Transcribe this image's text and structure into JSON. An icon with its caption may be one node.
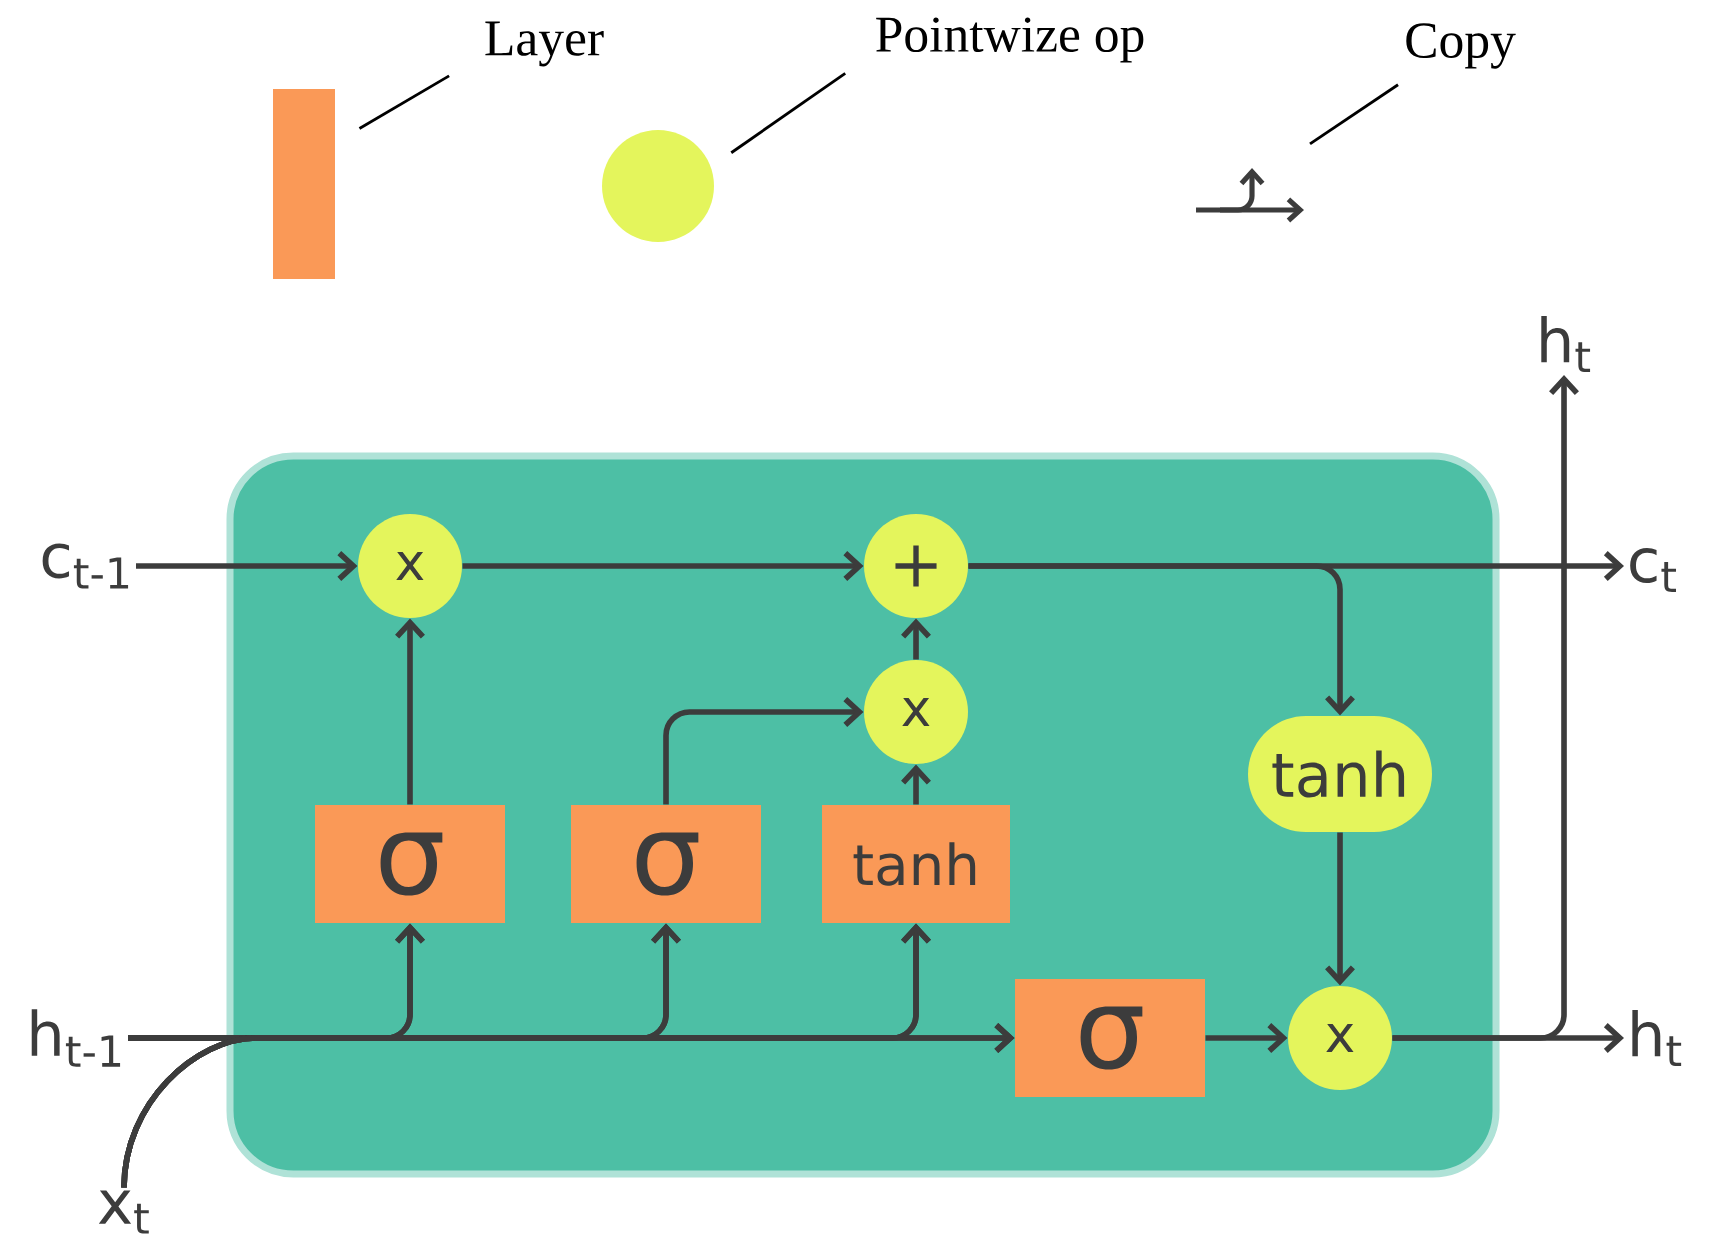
{
  "diagram": {
    "nodes": [
      {
        "text": [
          "Layer"
        ]
      },
      {
        "text": [],
        "shape": "bar"
      },
      {
        "text": [
          "Pointwize op"
        ]
      },
      {
        "text": [],
        "shape": "circle"
      },
      {
        "text": [
          "Copy"
        ]
      },
      {
        "text": [],
        "shape": "arrow"
      },
      {
        "text": [],
        "shape": "box"
      },
      {
        "text": [
          "c$_{t-1}$"
        ]
      },
      {
        "text": [
          "h$_{t-1}$"
        ]
      },
      {
        "text": [
          "x$_{t}$"
        ]
      },
      {
        "text": [
          "x"
        ],
        "in": 6
      },
      {
        "text": [
          "+"
        ],
        "in": 6
      },
      {
        "text": [
          "x"
        ],
        "in": 6
      },
      {
        "text": [
          "σ"
        ],
        "in": 6
      },
      {
        "text": [
          "σ"
        ],
        "in": 6
      },
      {
        "text": [
          "tanh"
        ],
        "in": 6
      },
      {
        "text": [
          "σ"
        ],
        "in": 6
      },
      {
        "text": [
          "tanh"
        ],
        "in": 6
      },
      {
        "text": [
          "x"
        ],
        "in": 6
      },
      {
        "text": [
          "h$_{t}$"
        ]
      },
      {
        "text": [
          "c$_{t}$"
        ]
      },
      {
        "text": [
          "h$_{t}$"
        ]
      }
    ],
    "edges": [
      {
        "from": 7,
        "to": 10,
        "arrow": "to"
      },
      {
        "from": 10,
        "to": 11,
        "arrow": "to"
      },
      {
        "from": 12,
        "to": 11,
        "arrow": "to"
      },
      {
        "from": 13,
        "to": 10,
        "arrow": "to"
      },
      {
        "from": 14,
        "to": 12,
        "arrow": "to"
      },
      {
        "from": 15,
        "to": 12,
        "arrow": "to"
      },
      {
        "from": 11,
        "to": 20,
        "arrow": "to"
      },
      {
        "from": 11,
        "to": 17,
        "arrow": "to"
      },
      {
        "from": 17,
        "to": 18,
        "arrow": "to"
      },
      {
        "from": 16,
        "to": 18,
        "arrow": "to"
      },
      {
        "from": 18,
        "to": 21,
        "arrow": "to"
      },
      {
        "from": 18,
        "to": 19,
        "arrow": "to"
      },
      {
        "from": 8,
        "to": 13,
        "arrow": "to"
      },
      {
        "from": 8,
        "to": 14,
        "arrow": "to"
      },
      {
        "from": 8,
        "to": 15,
        "arrow": "to"
      },
      {
        "from": 8,
        "to": 16,
        "arrow": "to"
      },
      {
        "from": 9,
        "to": 13,
        "arrow": "to"
      },
      {
        "from": 9,
        "to": 14,
        "arrow": "to"
      },
      {
        "from": 9,
        "to": 15,
        "arrow": "to"
      },
      {
        "from": 9,
        "to": 16,
        "arrow": "to"
      },
      {
        "from": 0,
        "to": 1,
        "arrow": "none"
      },
      {
        "from": 2,
        "to": 3,
        "arrow": "none"
      },
      {
        "from": 4,
        "to": 5,
        "arrow": "none"
      }
    ]
  }
}
